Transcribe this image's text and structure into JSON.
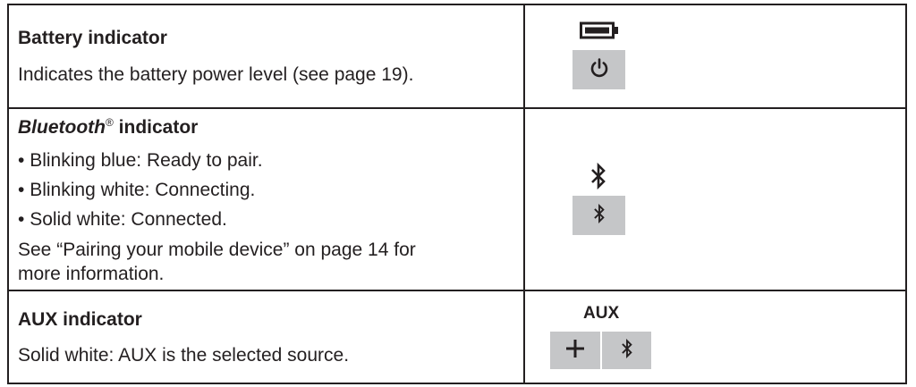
{
  "rows": [
    {
      "heading": "Battery indicator",
      "lines": [
        "Indicates the battery power level (see page 19)."
      ],
      "icons": [
        "battery-icon",
        "power-icon"
      ]
    },
    {
      "heading_italic": "Bluetooth",
      "heading_reg": "®",
      "heading_rest": " indicator",
      "bullets": [
        "Blinking blue: Ready to pair.",
        "Blinking white: Connecting.",
        "Solid white: Connected."
      ],
      "note_line1": "See “Pairing your mobile device” on page 14 for",
      "note_line2": "more information.",
      "icons": [
        "bluetooth-icon",
        "bluetooth-icon"
      ]
    },
    {
      "heading": "AUX indicator",
      "lines": [
        "Solid white: AUX is the selected source."
      ],
      "label": "AUX",
      "icons": [
        "plus-icon",
        "bluetooth-icon"
      ]
    }
  ],
  "bullet_char": "•",
  "colors": {
    "text": "#231f20",
    "button_gray": "#c5c6c8"
  }
}
